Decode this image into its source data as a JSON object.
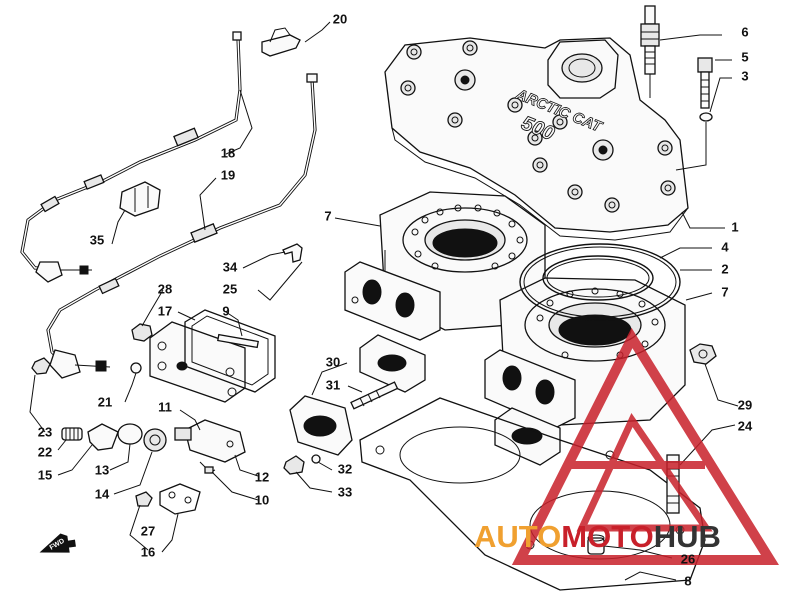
{
  "diagram": {
    "callouts": [
      {
        "id": "c1",
        "label": "1"
      },
      {
        "id": "c2",
        "label": "2"
      },
      {
        "id": "c3",
        "label": "3"
      },
      {
        "id": "c4",
        "label": "4"
      },
      {
        "id": "c5",
        "label": "5"
      },
      {
        "id": "c6",
        "label": "6"
      },
      {
        "id": "c7a",
        "label": "7"
      },
      {
        "id": "c7b",
        "label": "7"
      },
      {
        "id": "c7c",
        "label": "7"
      },
      {
        "id": "c8",
        "label": "8"
      },
      {
        "id": "c9",
        "label": "9"
      },
      {
        "id": "c10",
        "label": "10"
      },
      {
        "id": "c11",
        "label": "11"
      },
      {
        "id": "c12",
        "label": "12"
      },
      {
        "id": "c13",
        "label": "13"
      },
      {
        "id": "c14",
        "label": "14"
      },
      {
        "id": "c15",
        "label": "15"
      },
      {
        "id": "c16",
        "label": "16"
      },
      {
        "id": "c17",
        "label": "17"
      },
      {
        "id": "c18",
        "label": "18"
      },
      {
        "id": "c19",
        "label": "19"
      },
      {
        "id": "c20",
        "label": "20"
      },
      {
        "id": "c21",
        "label": "21"
      },
      {
        "id": "c22",
        "label": "22"
      },
      {
        "id": "c23",
        "label": "23"
      },
      {
        "id": "c24",
        "label": "24"
      },
      {
        "id": "c25",
        "label": "25"
      },
      {
        "id": "c26",
        "label": "26"
      },
      {
        "id": "c27",
        "label": "27"
      },
      {
        "id": "c28",
        "label": "28"
      },
      {
        "id": "c29",
        "label": "29"
      },
      {
        "id": "c30",
        "label": "30"
      },
      {
        "id": "c31",
        "label": "31"
      },
      {
        "id": "c32",
        "label": "32"
      },
      {
        "id": "c33",
        "label": "33"
      },
      {
        "id": "c34",
        "label": "34"
      },
      {
        "id": "c35",
        "label": "35"
      }
    ],
    "fwd_label": "FWD",
    "head_text": "ARCTIC CAT",
    "head_model": "500"
  },
  "watermark": {
    "part1": "AUTO",
    "part2": "MOTO",
    "part3": "HUB",
    "color_red": "#c8202a",
    "color_orange": "#f0a030",
    "color_dark": "#333333"
  }
}
